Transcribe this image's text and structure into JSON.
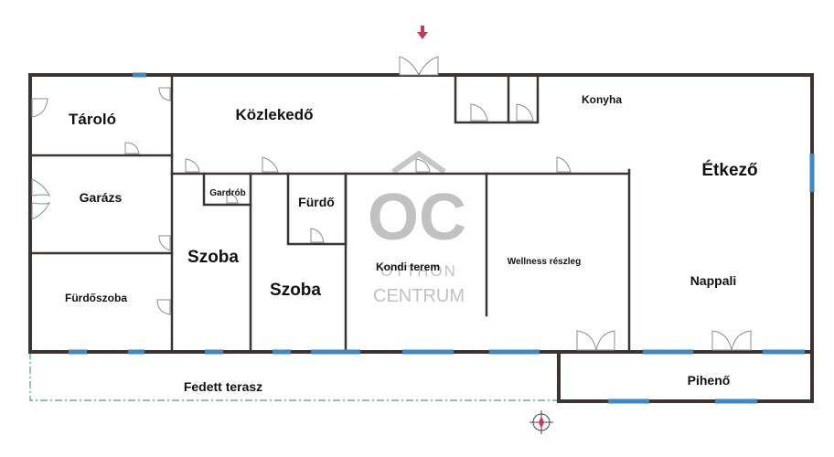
{
  "rooms": {
    "tarolo": "Tároló",
    "kozlekedo": "Közlekedő",
    "konyha": "Konyha",
    "etkezo": "Étkező",
    "garazs": "Garázs",
    "gardrob": "Gardrób",
    "furdo": "Fürdő",
    "szoba_1": "Szoba",
    "szoba_2": "Szoba",
    "kondi_terem": "Kondi terem",
    "wellness": "Wellness részleg",
    "nappali": "Nappali",
    "furdoszoba": "Fürdőszoba",
    "fedett_terasz": "Fedett terasz",
    "piheno": "Pihenő"
  },
  "watermark": {
    "logo_letters": "OC",
    "line1": "OTTHON",
    "line2": "CENTRUM"
  },
  "colors": {
    "wall": "#3b3430",
    "window": "#3f86c4",
    "terrace_outline": "#3aa58a",
    "entrance_arrow": "#c73a55",
    "watermark": "#8f8f8f"
  },
  "icons": {
    "entrance": "entrance-arrow-icon",
    "compass": "compass-icon"
  }
}
